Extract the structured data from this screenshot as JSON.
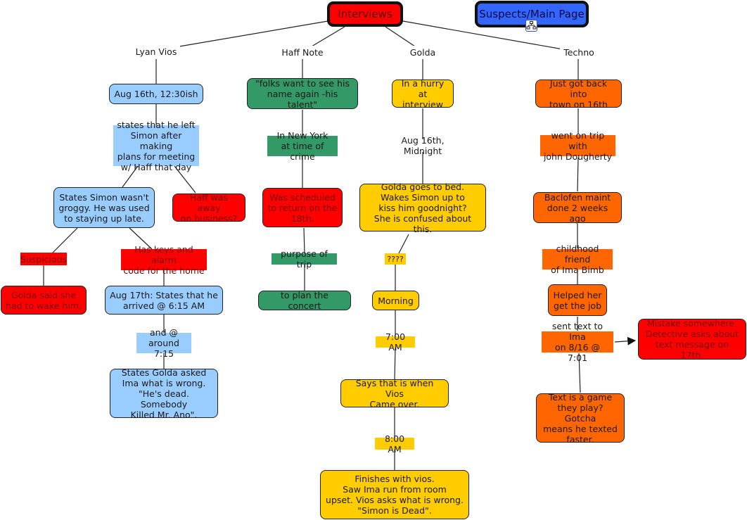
{
  "roots": {
    "interviews": "Interviews",
    "suspects": "Suspects/Main Page",
    "suspects_icon": "concept-map-link-icon"
  },
  "colors": {
    "lyan": "#99ccff",
    "haff": "#339966",
    "golda": "#ffcc00",
    "techno": "#ff6600",
    "alert": "#ff0000",
    "suspects": "#3366ff"
  },
  "suspects": {
    "lyan": {
      "name": "Lyan Vios",
      "n1": "Aug 16th, 12:30ish",
      "l1": "states that he left\nSimon after making\nplans for meeting\nw/ Haff that day",
      "n2": "States Simon wasn't\ngroggy. He was used\nto staying up late.",
      "n3": "Haff was away\non business?",
      "l2": "Suspicious",
      "l3": "Has keys and alarm\ncode for the home",
      "n4": "Golda said she\nhad to wake him.",
      "n5": "Aug 17th: States that he\narrived @ 6:15 AM",
      "l4": "and @\naround 7:15",
      "n6": "States Golda asked\nIma what is wrong.\n\"He's dead. Somebody\nKilled Mr. Ano\"."
    },
    "haff": {
      "name": "Haff Note",
      "n1": "\"folks want to see his\nname again -his talent\"",
      "l1": "In New York\nat time of crime",
      "n2": "Was scheduled\nto return on the\n18th.",
      "l2": "purpose of trip",
      "n3": "to plan the concert"
    },
    "golda": {
      "name": "Golda",
      "n1": "In a hurry\nat interview",
      "l1": "Aug 16th, Midnight",
      "n2": "Golda goes to bed.\nWakes Simon up to\nkiss him goodnight?\nShe is confused about this.",
      "l2": "????",
      "n3": "Morning",
      "l3": "7:00 AM",
      "n4": "Says that is when Vios\nCame over.",
      "l4": "8:00 AM",
      "n5": "Finishes with vios.\nSaw Ima run from room\nupset. Vios asks what is wrong.\n\"Simon is Dead\"."
    },
    "techno": {
      "name": "Techno",
      "n1": "Just got back into\ntown on 16th",
      "l1": "went on trip with\njohn Dougherty",
      "n2": "Baclofen maint\ndone 2 weeks ago",
      "l2": "childhood friend\nof Ima Bimb",
      "n3": "Helped her\nget the job",
      "l3": "sent text to Ima\non 8/16 @ 7:01",
      "n4": "Mistake somewhere.\nDetective asks about\ntext message on 17th.",
      "n5": "Text is a game\nthey play? Gotcha\nmeans he texted\nfaster."
    }
  }
}
